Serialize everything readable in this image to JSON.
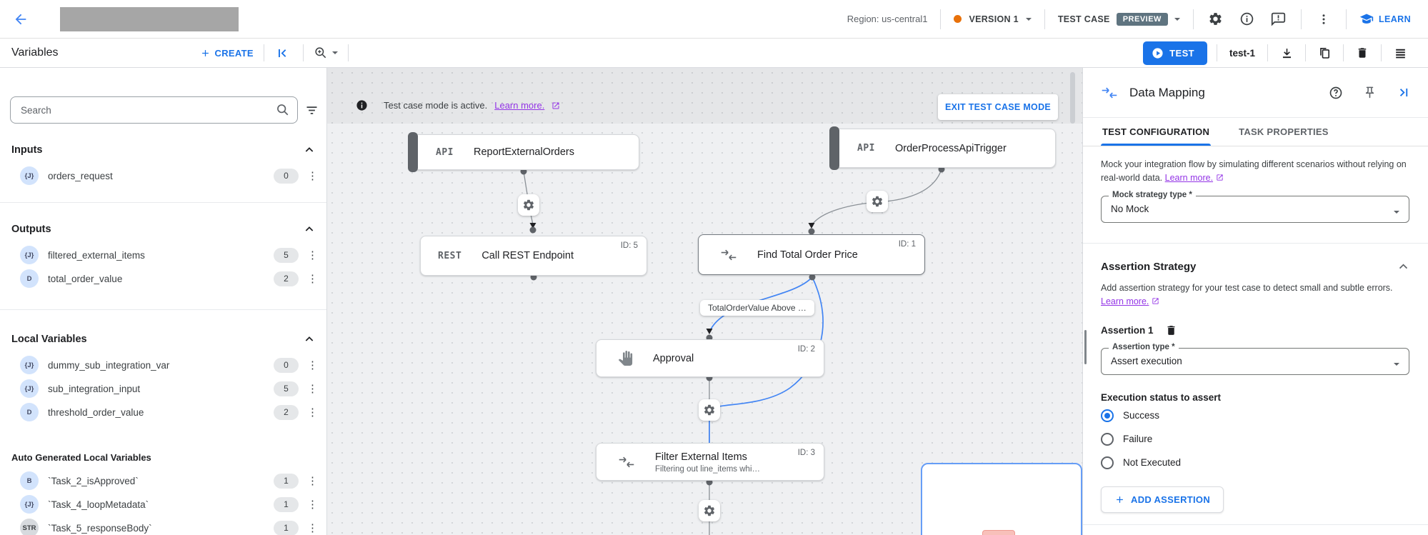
{
  "colors": {
    "accent_blue": "#1a73e8",
    "version_dot_orange": "#e8710a",
    "link_purple": "#9334e6",
    "preview_badge_bg": "#5f7480",
    "selection_border_blue": "#669df6"
  },
  "topbar": {
    "region": "Region: us-central1",
    "version_label": "VERSION 1",
    "test_case_label": "TEST CASE",
    "preview_badge": "PREVIEW",
    "learn_label": "LEARN"
  },
  "toolbar": {
    "title": "Variables",
    "create_label": "CREATE",
    "test_button": "TEST",
    "test_name": "test-1"
  },
  "variables_panel": {
    "search_placeholder": "Search",
    "sections": [
      {
        "title": "Inputs",
        "items": [
          {
            "badge": "{J}",
            "name": "orders_request",
            "count": "0"
          }
        ]
      },
      {
        "title": "Outputs",
        "items": [
          {
            "badge": "{J}",
            "name": "filtered_external_items",
            "count": "5"
          },
          {
            "badge": "D",
            "name": "total_order_value",
            "count": "2"
          }
        ]
      },
      {
        "title": "Local Variables",
        "items": [
          {
            "badge": "{J}",
            "name": "dummy_sub_integration_var",
            "count": "0"
          },
          {
            "badge": "{J}",
            "name": "sub_integration_input",
            "count": "5"
          },
          {
            "badge": "D",
            "name": "threshold_order_value",
            "count": "2"
          }
        ]
      },
      {
        "title": "Auto Generated Local Variables",
        "items": [
          {
            "badge": "B",
            "name": "`Task_2_isApproved`",
            "count": "1"
          },
          {
            "badge": "{J}",
            "name": "`Task_4_loopMetadata`",
            "count": "1"
          },
          {
            "badge": "STR",
            "name": "`Task_5_responseBody`",
            "count": "1"
          }
        ]
      }
    ]
  },
  "canvas": {
    "banner": {
      "message": "Test case mode is active.",
      "link": "Learn more.",
      "exit_button": "EXIT TEST CASE MODE"
    },
    "edge_label": "TotalOrderValue Above …",
    "nodes": [
      {
        "glyph": "API",
        "title": "ReportExternalOrders"
      },
      {
        "glyph": "API",
        "title": "OrderProcessApiTrigger"
      },
      {
        "glyph": "REST",
        "title": "Call REST Endpoint",
        "id": "ID: 5"
      },
      {
        "title": "Find Total Order Price",
        "id": "ID: 1"
      },
      {
        "title": "Approval",
        "id": "ID: 2"
      },
      {
        "title": "Filter External Items",
        "subtitle": "Filtering out line_items whi…",
        "id": "ID: 3"
      }
    ]
  },
  "panel": {
    "title": "Data Mapping",
    "tabs": [
      {
        "label": "TEST CONFIGURATION"
      },
      {
        "label": "TASK PROPERTIES"
      }
    ],
    "mock_text": "Mock your integration flow by simulating different scenarios without relying on real-world data.",
    "mock_link": "Learn more.",
    "mock_field_label": "Mock strategy type *",
    "mock_field_value": "No Mock",
    "assertion_heading": "Assertion Strategy",
    "assertion_text": "Add assertion strategy for your test case to detect small and subtle errors.",
    "assertion_link": "Learn more.",
    "assertion_item_title": "Assertion 1",
    "assertion_type_label": "Assertion type *",
    "assertion_type_value": "Assert execution",
    "exec_status_label": "Execution status to assert",
    "radio_options": [
      {
        "label": "Success",
        "selected": true
      },
      {
        "label": "Failure",
        "selected": false
      },
      {
        "label": "Not Executed",
        "selected": false
      }
    ],
    "add_assertion_label": "ADD ASSERTION"
  }
}
